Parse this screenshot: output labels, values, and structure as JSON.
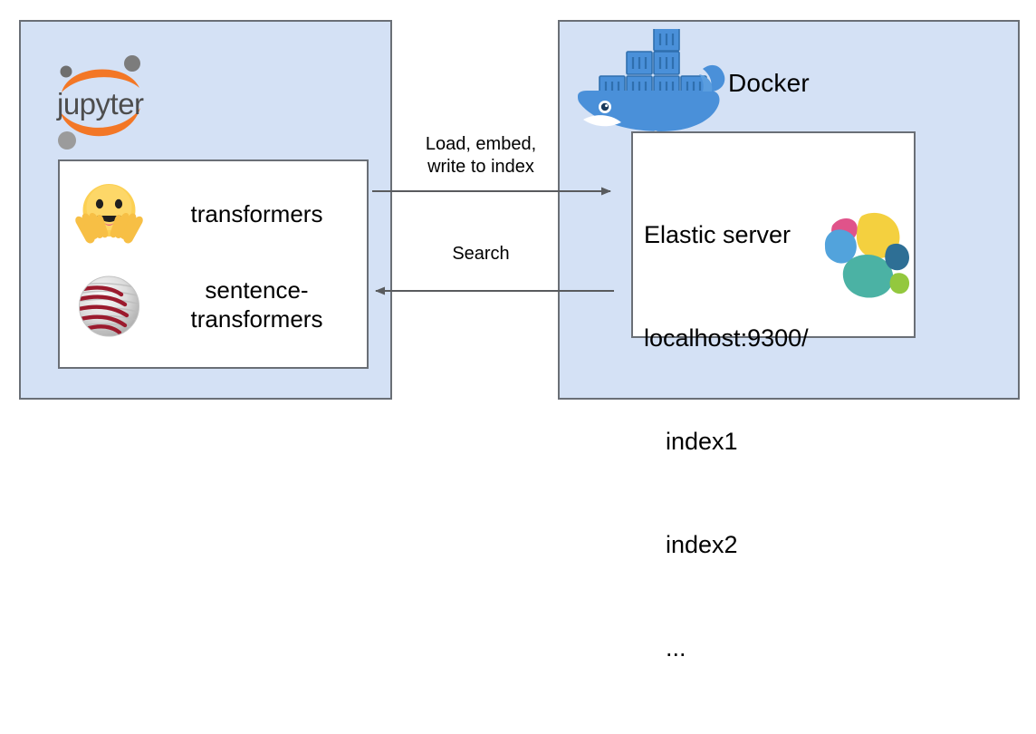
{
  "diagram": {
    "title": "Jupyter to Dockerized Elastic server architecture",
    "background_color": "#ffffff",
    "panel_fill": "#d4e1f5",
    "panel_border": "#6a6f76",
    "box_fill": "#ffffff",
    "arrow_color": "#595b5e"
  },
  "jupyter_panel": {
    "name": "Jupyter notebook environment",
    "logo_label": "jupyter",
    "logo_colors": {
      "arc": "#f37726",
      "dot_dark": "#6f6f6f",
      "dot_light": "#9b9b9b",
      "wordmark": "#4d4d4d"
    },
    "libraries": [
      {
        "icon": "hugging-face-emoji",
        "label": "transformers",
        "icon_colors": {
          "face": "#fcd053",
          "face_light": "#fadf7e",
          "hands": "#f5b73d",
          "eyes": "#1f1f1f",
          "mouth": "#1f1f1f",
          "tongue": "#e8637c"
        }
      },
      {
        "icon": "sentence-transformers-sphere",
        "label": "sentence-\ntransformers",
        "icon_colors": {
          "sphere_light": "#f3f3f3",
          "sphere_mid": "#cfcfcf",
          "sphere_shadow": "#b3b3b3",
          "stripe": "#9b1b2e"
        }
      }
    ]
  },
  "docker_panel": {
    "name": "Docker container host",
    "label": "Docker",
    "logo_colors": {
      "whale_body": "#4a90d9",
      "whale_light": "#6aa9e3",
      "container": "#3a7cc4",
      "container_light": "#79b1e8",
      "belly": "#ffffff",
      "eye": "#1a3a5c"
    },
    "elastic_box": {
      "lines": [
        {
          "text": "Elastic server",
          "indent": false
        },
        {
          "text": "localhost:9300/",
          "indent": false
        },
        {
          "text": "index1",
          "indent": true
        },
        {
          "text": "index2",
          "indent": true
        },
        {
          "text": "...",
          "indent": true
        }
      ],
      "logo_name": "elastic-logo",
      "logo_colors": {
        "pink": "#e0538a",
        "yellow": "#f4d03f",
        "blue": "#52a3dc",
        "teal": "#4bb2a4",
        "dark_blue": "#2e6f95",
        "green": "#93c83e"
      }
    }
  },
  "arrows": [
    {
      "name": "load-embed-write-arrow",
      "direction": "right",
      "label": "Load, embed,\nwrite to index"
    },
    {
      "name": "search-arrow",
      "direction": "left",
      "label": "Search"
    }
  ]
}
